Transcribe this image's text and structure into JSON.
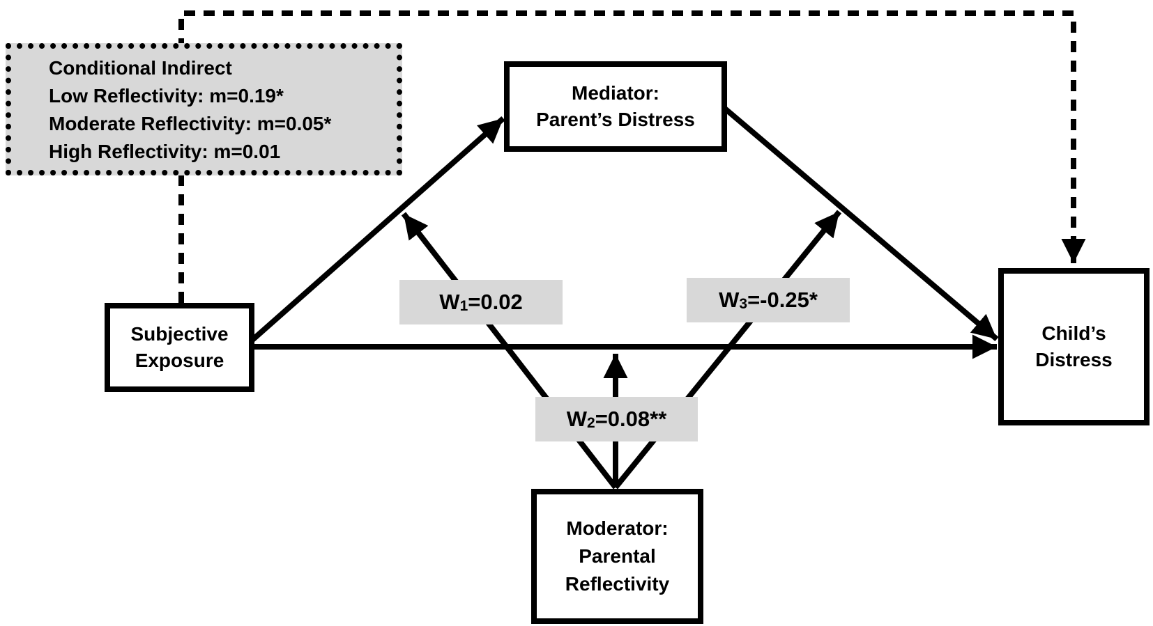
{
  "colors": {
    "canvas": "#ffffff",
    "line": "#000000",
    "label_bg": "#d8d8d8"
  },
  "conditional_box": {
    "line1": "Conditional Indirect",
    "line2": "Low Reflectivity: m=0.19*",
    "line3": "Moderate Reflectivity: m=0.05*",
    "line4": "High Reflectivity: m=0.01"
  },
  "nodes": {
    "mediator": {
      "line1": "Mediator:",
      "line2": "Parent’s Distress"
    },
    "exposure": {
      "line1": "Subjective",
      "line2": "Exposure"
    },
    "child": {
      "line1": "Child’s",
      "line2": "Distress"
    },
    "moderator": {
      "line1": "Moderator:",
      "line2": "Parental",
      "line3": "Reflectivity"
    }
  },
  "path_labels": {
    "w1": {
      "base": "W",
      "sub": "1",
      "rest": "=0.02"
    },
    "w2": {
      "base": "W",
      "sub": "2",
      "rest": "=0.08**"
    },
    "w3": {
      "base": "W",
      "sub": "3",
      "rest": "=-0.25*"
    }
  }
}
